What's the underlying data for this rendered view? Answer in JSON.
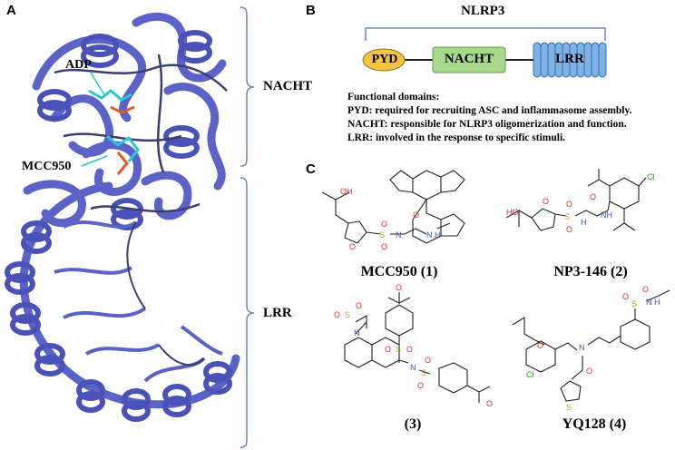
{
  "panelA": {
    "letter": "A",
    "labels": {
      "adp": "ADP",
      "mcc950": "MCC950",
      "nacht": "NACHT",
      "lrr": "LRR"
    }
  },
  "panelB": {
    "letter": "B",
    "title": "NLRP3",
    "domains": [
      "PYD",
      "NACHT",
      "LRR"
    ],
    "heading": "Functional domains:",
    "lines": [
      "PYD:  required for recruiting ASC and inflammasome assembly.",
      "NACHT: responsible for NLRP3 oligomerization and function.",
      "LRR: involved in the response to specific stimuli."
    ]
  },
  "panelC": {
    "letter": "C",
    "compounds": [
      "MCC950 (1)",
      "NP3-146 (2)",
      "(3)",
      "YQ128 (4)"
    ],
    "atoms": {
      "oh": "OH",
      "ho": "HO",
      "o": "O",
      "s": "S",
      "n": "N",
      "h": "H",
      "cl": "Cl",
      "h_n": "N H",
      "nh": "NH"
    }
  },
  "colors": {
    "protein": "#5b63c9",
    "protein_dark": "#3a3f6e",
    "pyd": "#f5c542",
    "nacht": "#a6d98a",
    "lrr": "#7fb0e6",
    "bracket": "#6d86b8",
    "oxygen": "#e03030",
    "sulfur": "#c9a227",
    "nitrogen": "#3a55d0",
    "chlorine": "#2a9a2a"
  }
}
